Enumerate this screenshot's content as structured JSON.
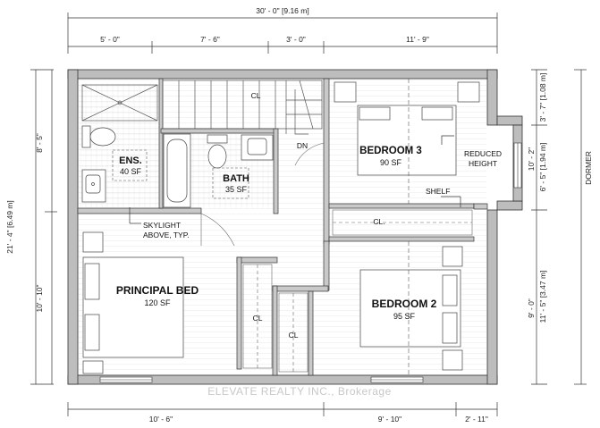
{
  "dimensions": {
    "overall_width": "30' - 0\" [9.16 m]",
    "top_segments": [
      "5' - 0\"",
      "7' - 6\"",
      "3' - 0\"",
      "11' - 9\""
    ],
    "left_overall": "21' - 4\" [6.49 m]",
    "left_segments": [
      "8' - 5\"",
      "10' - 10\""
    ],
    "right_inner": [
      "3' - 7\" [1.08 m]",
      "6' - 5\" [1.94 m]",
      "11' - 5\" [3.47 m]"
    ],
    "right_outer": [
      "10' - 2\"",
      "9' - 0\""
    ],
    "bottom_segments": [
      "10' - 6\"",
      "9' - 10\"",
      "2' - 11\""
    ]
  },
  "rooms": {
    "ensuite": {
      "name": "ENS.",
      "area": "40 SF"
    },
    "bath": {
      "name": "BATH",
      "area": "35 SF"
    },
    "bedroom3": {
      "name": "BEDROOM 3",
      "area": "90 SF"
    },
    "principal": {
      "name": "PRINCIPAL BED",
      "area": "120 SF"
    },
    "bedroom2": {
      "name": "BEDROOM 2",
      "area": "95 SF"
    }
  },
  "labels": {
    "dn": "DN",
    "reduced_line1": "REDUCED",
    "reduced_line2": "HEIGHT",
    "shelf": "SHELF",
    "closet_bed3": "CL.",
    "closet_a": "CL",
    "closet_b": "CL",
    "closet_c": "CL",
    "skylight_line1": "SKYLIGHT",
    "skylight_line2": "ABOVE, TYP.",
    "dormer": "DORMER"
  },
  "watermark": "ELEVATE REALTY INC., Brokerage"
}
